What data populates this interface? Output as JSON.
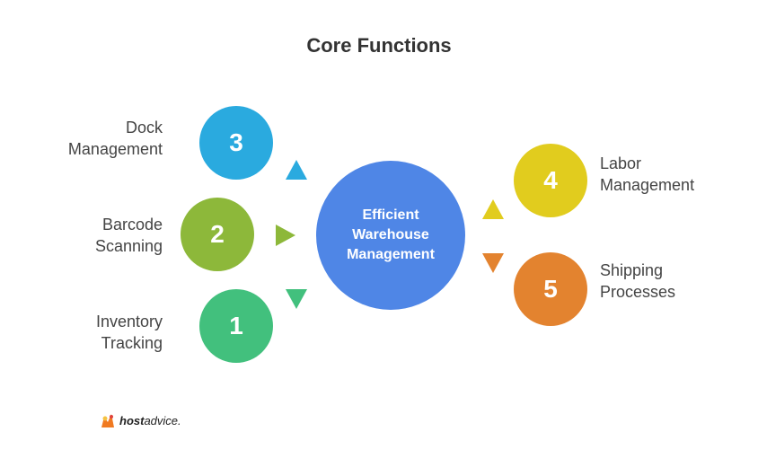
{
  "title": "Core Functions",
  "center": {
    "lines": [
      "Efficient",
      "Warehouse",
      "Management"
    ],
    "color": "#4f86e6"
  },
  "items": [
    {
      "number": "1",
      "lines": [
        "Inventory",
        "Tracking"
      ],
      "color": "#42c07d"
    },
    {
      "number": "2",
      "lines": [
        "Barcode",
        "Scanning"
      ],
      "color": "#8db83a"
    },
    {
      "number": "3",
      "lines": [
        "Dock",
        "Management"
      ],
      "color": "#2aaadf"
    },
    {
      "number": "4",
      "lines": [
        "Labor",
        "Management"
      ],
      "color": "#e1cc1e"
    },
    {
      "number": "5",
      "lines": [
        "Shipping",
        "Processes"
      ],
      "color": "#e3832f"
    }
  ],
  "logo": {
    "bold": "host",
    "rest": "advice."
  }
}
